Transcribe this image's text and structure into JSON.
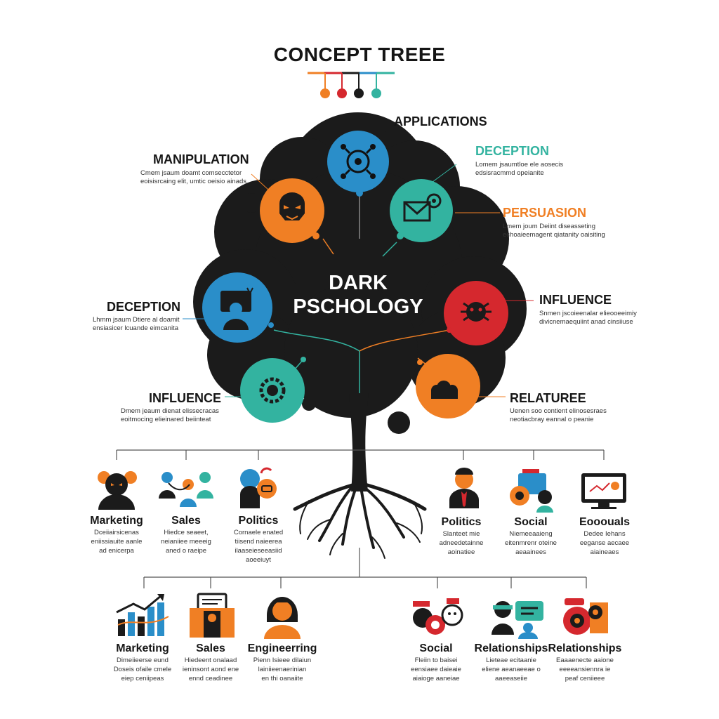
{
  "title": "CONCEPT TREEE",
  "center": {
    "line1": "DARK",
    "line2": "PSCHOLOGY"
  },
  "nodes": {
    "applications": {
      "label": "APPLICATIONS"
    },
    "manipulation": {
      "label": "MANIPULATION",
      "desc1": "Cmem jsaum doamt comsecctetor",
      "desc2": "eoisisrcaing elit, umtic oeisio ainads"
    },
    "deception_top": {
      "label": "DECEPTION",
      "desc1": "Lomem jsaumtloe ele aosecis",
      "desc2": "edsisracmmd opeianite"
    },
    "persuasion": {
      "label": "PERSUASION",
      "desc1": "Lmem joum Deiint diseasseting",
      "desc2": "echoaieemagent qiatanity oaisiting"
    },
    "deception_left": {
      "label": "DECEPTION",
      "desc1": "Lhmm jsaum Dtiere al doamit",
      "desc2": "ensiasicer lcuande eimcanita"
    },
    "influence_right": {
      "label": "INFLUENCE",
      "desc1": "Snmen jscoieenalar elieooeeimiy",
      "desc2": "divicnemaequiint anad cinsiiuse"
    },
    "influence_left": {
      "label": "INFLUENCE",
      "desc1": "Dmem jeaum dienat elissecracas",
      "desc2": "eoitmocing elieinared beiinteat"
    },
    "relaturee": {
      "label": "RELATUREE",
      "desc1": "Uenen soo contient elinosesraes",
      "desc2": "neotiacbray eannal o peanie"
    }
  },
  "row1": [
    {
      "name": "Marketing",
      "d1": "Dceiiairsicenas",
      "d2": "eniissiauite aanle",
      "d3": "ad enicerpa"
    },
    {
      "name": "Sales",
      "d1": "Hiedce seaeet,",
      "d2": "neianiiee meeeig",
      "d3": "aned o raeipe"
    },
    {
      "name": "Politics",
      "d1": "Cornaele enated",
      "d2": "tiisend naieerea",
      "d3": "ilaaseieseeasiid",
      "d4": "aoeeiuyt"
    },
    {
      "name": "Politics",
      "d1": "Slanteet mie",
      "d2": "adneedetainne",
      "d3": "aoinatiee"
    },
    {
      "name": "Social",
      "d1": "Niemeeaaieng",
      "d2": "eitenmrenr oteine",
      "d3": "aeaainees"
    },
    {
      "name": "Eooouals",
      "d1": "Dedee Iehans",
      "d2": "eeganse aecaee",
      "d3": "aiaineaes"
    }
  ],
  "row2": [
    {
      "name": "Marketing",
      "d1": "Dimeiieerse eund",
      "d2": "Doseis ofaile cmele",
      "d3": "eiep ceniipeas"
    },
    {
      "name": "Sales",
      "d1": "Hiedeent onalaad",
      "d2": "ieninsont aond ene",
      "d3": "ennd ceadinee"
    },
    {
      "name": "Engineerring",
      "d1": "Pienn Isieee dilaiun",
      "d2": "lainiieenaerinian",
      "d3": "en thi oanaiite"
    },
    {
      "name": "Social",
      "d1": "Fleiin to baisei",
      "d2": "eensiaee daieaie",
      "d3": "aiaioge aaneiae"
    },
    {
      "name": "Relationships",
      "d1": "Lieteae ecitaanie",
      "d2": "eliene aeanaeeae o",
      "d3": "aaeeaseiie"
    },
    {
      "name": "Relationships",
      "d1": "Eaaaenecte aaione",
      "d2": "eeeeansiennra ie",
      "d3": "peaf ceniieee"
    }
  ],
  "colors": {
    "orange": "#F07F24",
    "blue": "#2A8EC9",
    "teal": "#33B3A0",
    "red": "#D5282E",
    "dark": "#1B1B1B"
  }
}
